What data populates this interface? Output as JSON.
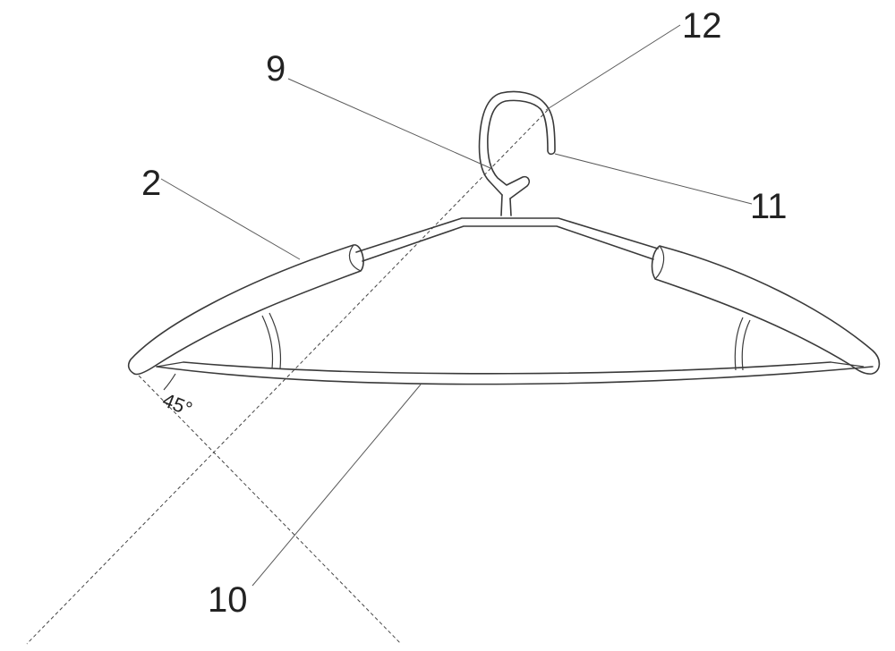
{
  "figure": {
    "reference_labels": {
      "shoulder_pad": "2",
      "hook_upper": "9",
      "bottom_bar": "10",
      "hook_tip": "11",
      "hook_bend": "12"
    },
    "angle_label": "45°"
  }
}
